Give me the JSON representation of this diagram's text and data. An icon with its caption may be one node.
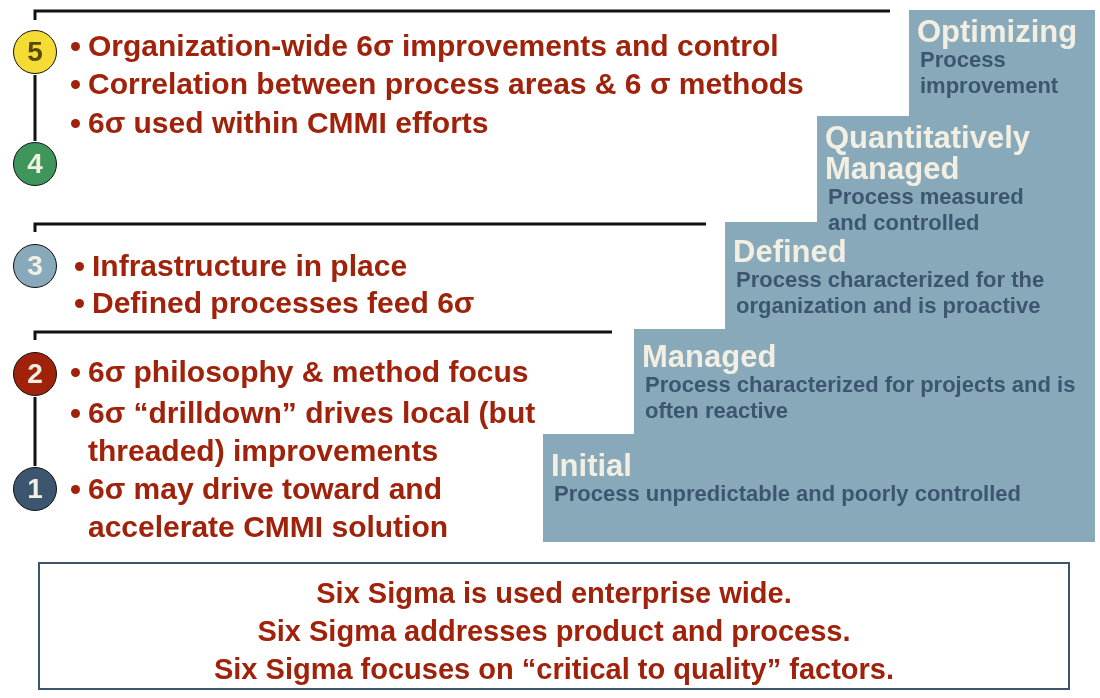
{
  "diagram": {
    "nodes": [
      {
        "text": [
          "5"
        ]
      },
      {
        "text": [
          "4"
        ]
      },
      {
        "text": [
          "3"
        ]
      },
      {
        "text": [
          "2"
        ]
      },
      {
        "text": [
          "1"
        ]
      },
      {
        "text": [
          "Optimizing",
          "Process improvement"
        ]
      },
      {
        "text": [
          "Quantitatively Managed",
          "Process measured and controlled"
        ]
      },
      {
        "text": [
          "Defined",
          "Process characterized for the organization and is proactive"
        ]
      },
      {
        "text": [
          "Managed",
          "Process characterized for projects and is often reactive"
        ]
      },
      {
        "text": [
          "Initial",
          "Process unpredictable and poorly controlled"
        ]
      },
      {
        "text": [
          "Six Sigma is used enterprise wide.",
          "Six Sigma addresses product and process.",
          "Six Sigma focuses on “critical to quality” factors."
        ]
      }
    ],
    "edges": [
      {
        "from": 0,
        "to": 1,
        "arrow": "none"
      },
      {
        "from": 3,
        "to": 4,
        "arrow": "none"
      }
    ],
    "labels": [
      "Organization-wide 6σ improvements and control",
      "Correlation between process areas & 6 σ methods",
      "6σ used within CMMI efforts",
      "Infrastructure in place",
      "Defined processes feed 6σ",
      "6σ philosophy & method focus",
      "6σ “drilldown” drives local (but threaded) improvements",
      "6σ may drive toward and accelerate CMMI solution"
    ]
  }
}
